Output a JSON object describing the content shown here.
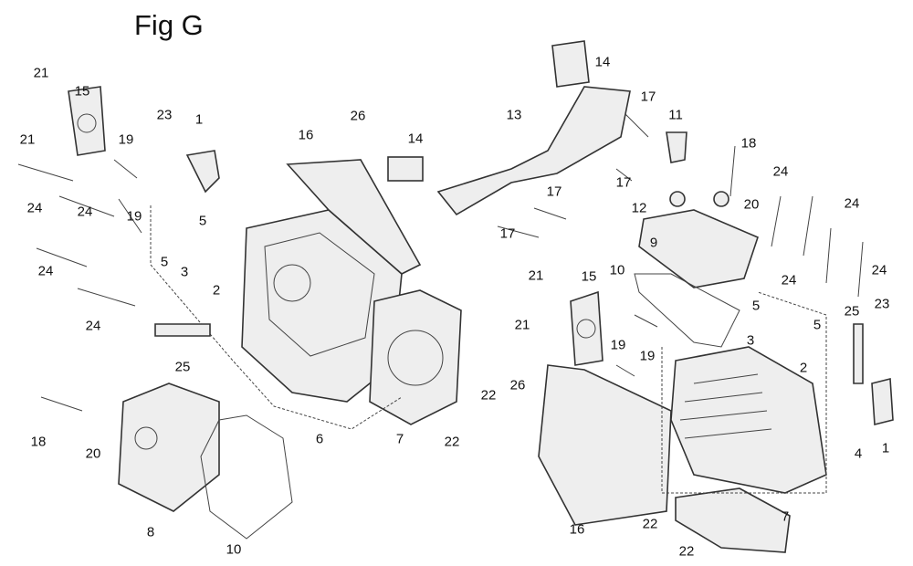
{
  "title": "Fig G",
  "labels": [
    "21",
    "15",
    "23",
    "1",
    "26",
    "16",
    "14",
    "14",
    "13",
    "17",
    "11",
    "18",
    "21",
    "19",
    "24",
    "24",
    "19",
    "5",
    "5",
    "3",
    "2",
    "24",
    "24",
    "25",
    "17",
    "17",
    "12",
    "20",
    "24",
    "24",
    "9",
    "17",
    "21",
    "15",
    "10",
    "24",
    "24",
    "5",
    "5",
    "25",
    "23",
    "21",
    "3",
    "2",
    "19",
    "19",
    "22",
    "26",
    "22",
    "7",
    "6",
    "18",
    "20",
    "8",
    "10",
    "16",
    "4",
    "1",
    "7",
    "22",
    "22"
  ],
  "colors": {
    "line": "#333333",
    "fill": "#eeeeee"
  }
}
